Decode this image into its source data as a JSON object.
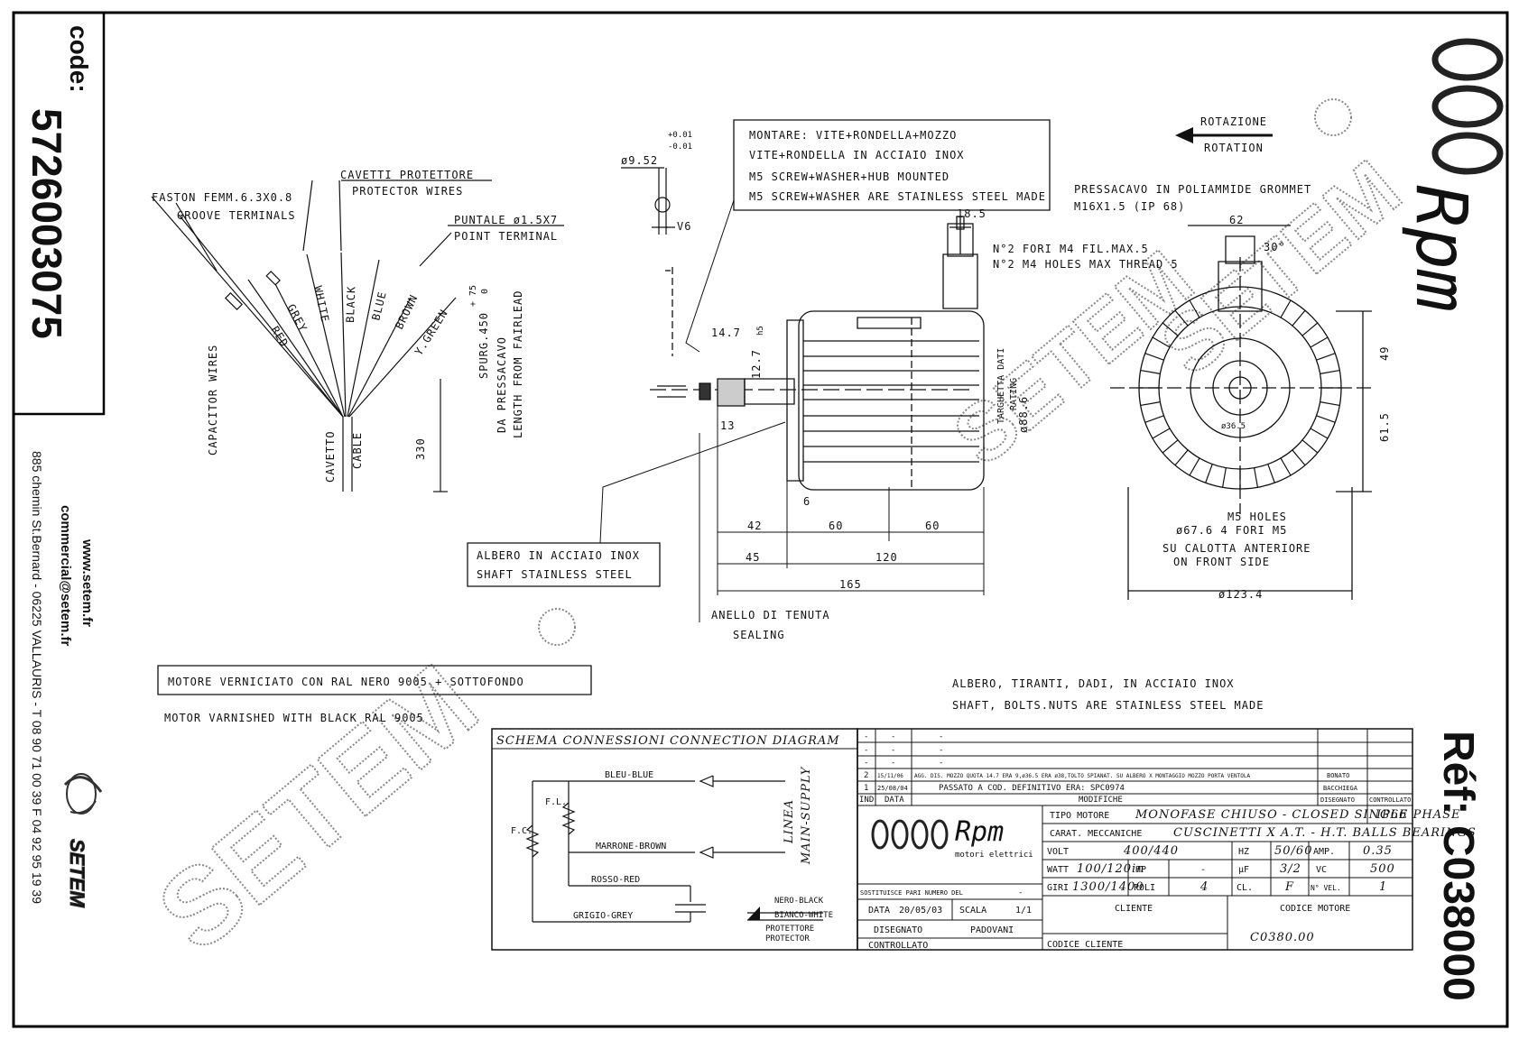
{
  "sidebar": {
    "code_label": "code:",
    "code_value": "5726003075",
    "address": "885 chemin St.Bernard - 06225 VALLAURIS - T 08 90 71 00 39  F 04 92 95 19 39",
    "email": "commercial@setem.fr",
    "website": "www.setem.fr",
    "company": "SETEM"
  },
  "right_strip": {
    "brand": "Rpm",
    "ref_label": "Réf:",
    "ref_value": "C038000"
  },
  "watermark": "SETEM",
  "wires": {
    "faston": "FASTON FEMM.6.3X0.8",
    "groove": "GROOVE TERMINALS",
    "cavetti": "CAVETTI PROTETTORE",
    "protector": "PROTECTOR WIRES",
    "puntale": "PUNTALE ø1.5X7",
    "point": "POINT TERMINAL",
    "capacitor": "CAPACITOR WIRES",
    "colors": [
      "RED",
      "GREY",
      "WHITE",
      "BLACK",
      "BLUE",
      "BROWN",
      "Y.GREEN"
    ],
    "cavetto": "CAVETTO",
    "cable": "CABLE",
    "dim_330": "330",
    "spurg": "SPURG.450",
    "da_pressacavo": "DA PRESSACAVO",
    "length_fairlead": "LENGTH FROM FAIRLEAD",
    "tol_top": "+ 75",
    "tol_bottom": "0"
  },
  "notes": {
    "montare_1": "MONTARE: VITE+RONDELLA+MOZZO",
    "montare_2": "VITE+RONDELLA IN ACCIAIO INOX",
    "montare_3": "M5 SCREW+WASHER+HUB MOUNTED",
    "montare_4": "M5 SCREW+WASHER ARE STAINLESS STEEL MADE",
    "rotazione": "ROTAZIONE",
    "rotation": "ROTATION",
    "pressacavo": "PRESSACAVO IN POLIAMMIDE  GROMMET",
    "m16": "M16X1.5 (IP 68)",
    "fori_it": "N°2 FORI M4 FIL.MAX.5",
    "fori_en": "N°2 M4 HOLES MAX THREAD 5",
    "targhetta_it": "TARGHETTA DATI",
    "targhetta_en": "RATING",
    "albero_it": "ALBERO IN ACCIAIO INOX",
    "albero_en": "SHAFT STAINLESS STEEL",
    "anello_it": "ANELLO DI TENUTA",
    "anello_en": "SEALING",
    "m5_holes": "M5 HOLES",
    "fori_m5": "ø67.6 4 FORI M5",
    "calotta_it": "SU CALOTTA ANTERIORE",
    "calotta_en": "ON FRONT SIDE",
    "motore_it": "MOTORE VERNICIATO CON RAL NERO 9005 + SOTTOFONDO",
    "motore_en": "MOTOR VARNISHED WITH BLACK RAL 9005",
    "albero2_it": "ALBERO, TIRANTI, DADI, IN ACCIAIO INOX",
    "albero2_en": "SHAFT, BOLTS.NUTS ARE STAINLESS STEEL MADE"
  },
  "dims": {
    "d952": "ø9.52",
    "tol952a": "+0.01",
    "tol952b": "-0.01",
    "v6": "V6",
    "d185": "18.5",
    "d147": "14.7",
    "d127": "12.7",
    "h5": "h5",
    "d13": "13",
    "d6": "6",
    "d42": "42",
    "d60a": "60",
    "d60b": "60",
    "d45": "45",
    "d120": "120",
    "d165": "165",
    "d886": "ø88.6",
    "d62": "62",
    "d30": "30°",
    "d49": "49",
    "d615": "61.5",
    "d1234": "ø123.4",
    "d365": "ø36.5"
  },
  "schema": {
    "title_it": "SCHEMA CONNESSIONI",
    "title_en": "CONNECTION DIAGRAM",
    "blue": "BLEU-BLUE",
    "brown": "MARRONE-BROWN",
    "red": "ROSSO-RED",
    "grey": "GRIGIO-GREY",
    "fl": "F.L.",
    "fc": "F.C.",
    "linea": "LINEA",
    "main_supply": "MAIN-SUPPLY",
    "nero_black": "NERO-BLACK",
    "bianco_white": "BIANCO-WHITE",
    "protettore": "PROTETTORE",
    "protector": "PROTECTOR"
  },
  "title_block": {
    "revisions": [
      {
        "n": "-",
        "date": "-",
        "text": "-"
      },
      {
        "n": "-",
        "date": "-",
        "text": "-"
      },
      {
        "n": "-",
        "date": "-",
        "text": "-"
      },
      {
        "n": "2",
        "date": "15/11/06",
        "text": "AGG. DIS. MOZZO QUOTA 14.7 ERA 9,ø36.5 ERA ø38,TOLTO SPIANAT. SU ALBERO X MONTAGGIO MOZZO PORTA VENTOLA",
        "by": "BONATO"
      },
      {
        "n": "1",
        "date": "25/08/04",
        "text": "PASSATO A COD. DEFINITIVO ERA: SPC0974",
        "by": "BACCHIEGA"
      }
    ],
    "ind": "IND",
    "data_label": "DATA",
    "modifiche": "MODIFICHE",
    "disegnato_h": "DISEGNATO",
    "controllato_h": "CONTROLLATO",
    "brand": "Rpm",
    "brand_sub": "motori elettrici",
    "tipo_label": "TIPO MOTORE",
    "tipo_value": "MONOFASE CHIUSO - CLOSED SINGLE PHASE",
    "ip": "IP66",
    "carat_label": "CARAT. MECCANICHE",
    "carat_value": "CUSCINETTI X A.T. - H.T. BALLS BEARINGS",
    "volt_label": "VOLT",
    "volt_value": "400/440",
    "hz_label": "HZ",
    "hz_value": "50/60",
    "amp_label": "AMP.",
    "amp_value": "0.35",
    "watt_label": "WATT",
    "watt_value": "100/120in",
    "hp_label": "HP",
    "hp_value": "-",
    "uf_label": "µF",
    "uf_value": "3/2",
    "vc_label": "VC",
    "vc_value": "500",
    "giri_label": "GIRI",
    "giri_value": "1300/1400",
    "poli_label": "POLI",
    "poli_value": "4",
    "cl_label": "CL.",
    "cl_value": "F",
    "nvel_label": "N° VEL.",
    "nvel_value": "1",
    "sostituisce": "SOSTITUISCE PARI NUMERO DEL",
    "sostituisce_value": "-",
    "data_field_label": "DATA",
    "data_value": "20/05/03",
    "scala_label": "SCALA",
    "scala_value": "1/1",
    "cliente_label": "CLIENTE",
    "codice_motore_label": "CODICE MOTORE",
    "codice_motore_value": "C0380.00",
    "disegnato_label": "DISEGNATO",
    "disegnato_value": "PADOVANI",
    "controllato_label": "CONTROLLATO",
    "codice_cliente_label": "CODICE CLIENTE"
  }
}
